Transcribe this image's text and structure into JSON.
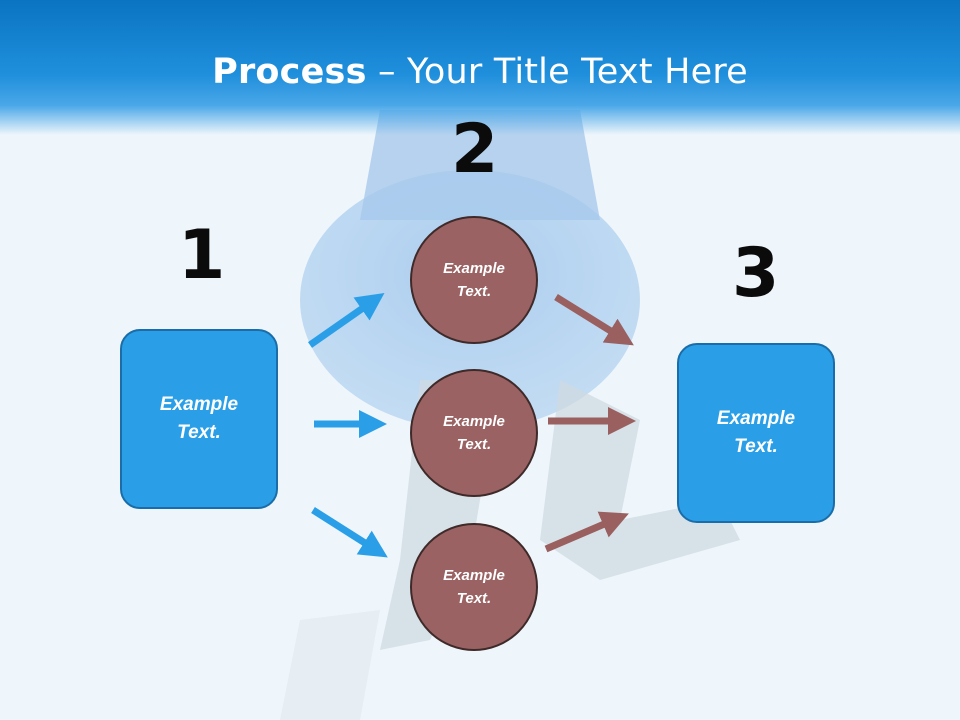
{
  "title": {
    "bold": "Process",
    "rest": " – Your Title Text Here"
  },
  "steps": {
    "one": "1",
    "two": "2",
    "three": "3"
  },
  "left_box": {
    "line1": "Example",
    "line2": "Text."
  },
  "right_box": {
    "line1": "Example",
    "line2": "Text."
  },
  "circles": [
    {
      "line1": "Example",
      "line2": "Text."
    },
    {
      "line1": "Example",
      "line2": "Text."
    },
    {
      "line1": "Example",
      "line2": "Text."
    }
  ],
  "colors": {
    "header": "#1f8fdc",
    "box": "#2a9fe8",
    "circle": "#9a6262",
    "arrow_in": "#2a9fe8",
    "arrow_out": "#9a5f5f"
  }
}
